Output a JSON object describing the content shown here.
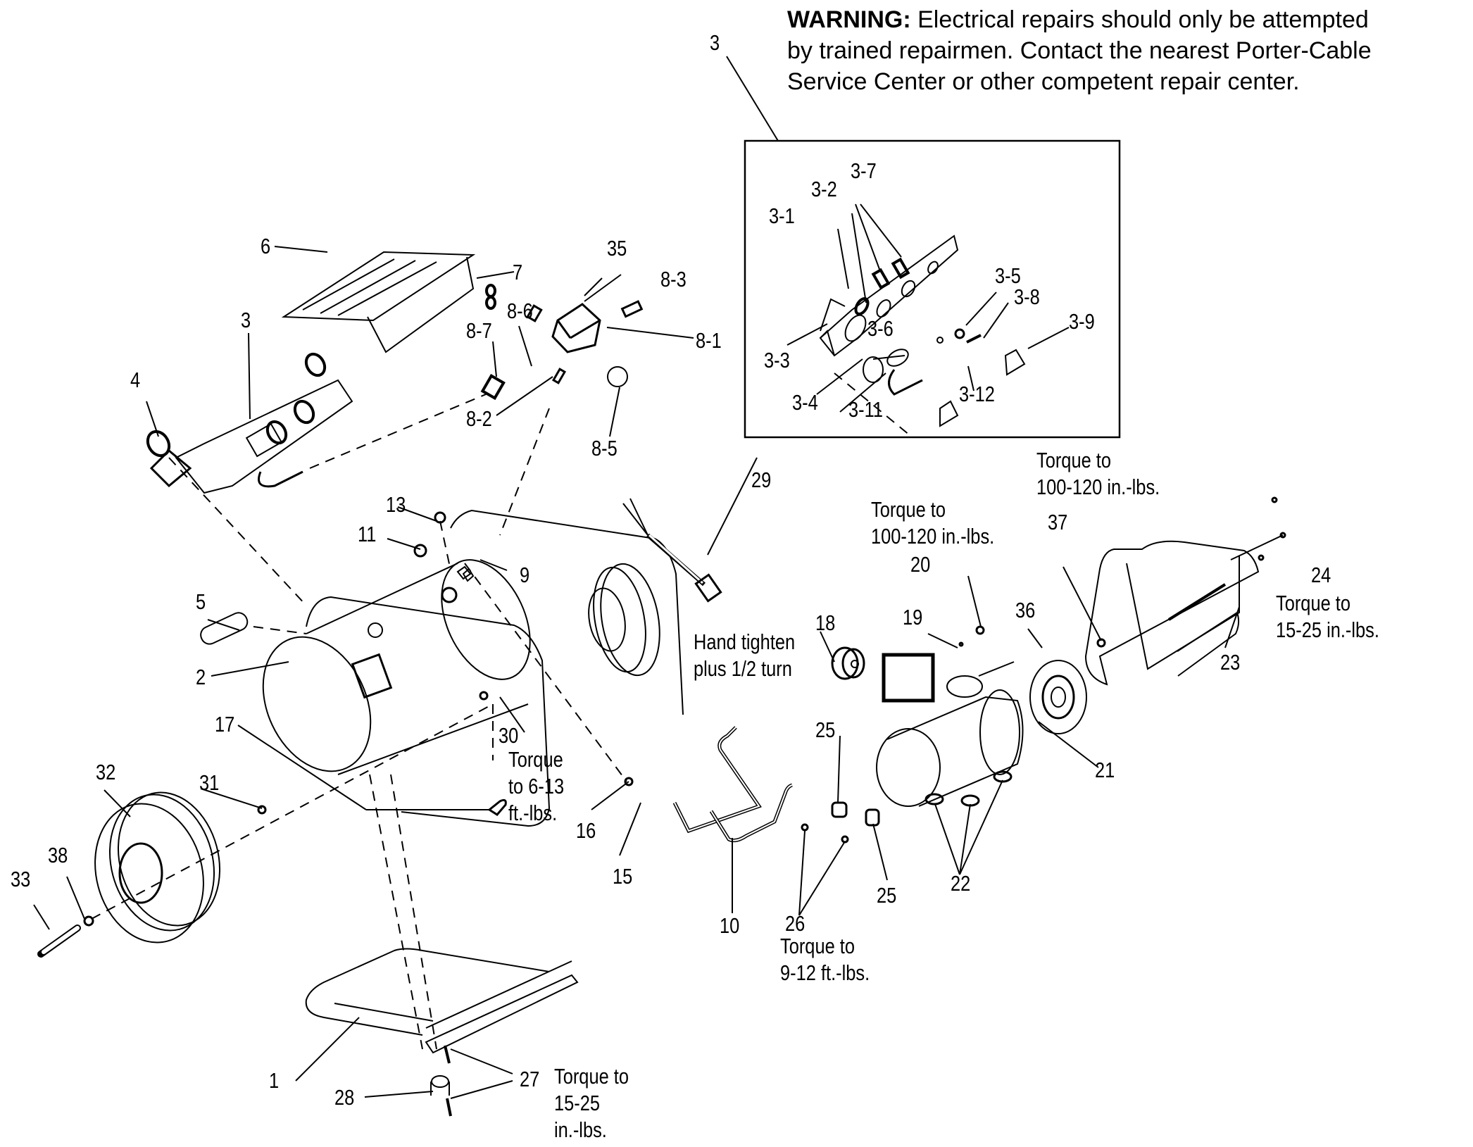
{
  "warning": {
    "heading": "WARNING:",
    "lines": [
      " Electrical repairs should only be attempted",
      "by trained repairmen.  Contact the nearest Porter-Cable",
      "Service Center or other competent repair center."
    ]
  },
  "callouts": {
    "p1": "1",
    "p2": "2",
    "p3": "3",
    "p3_box": "3",
    "p4": "4",
    "p5": "5",
    "p6": "6",
    "p7": "7",
    "p8_1": "8-1",
    "p8_2": "8-2",
    "p8_3": "8-3",
    "p8_5": "8-5",
    "p8_6": "8-6",
    "p8_7": "8-7",
    "p9": "9",
    "p10": "10",
    "p11": "11",
    "p13": "13",
    "p15": "15",
    "p16": "16",
    "p17": "17",
    "p18": "18",
    "p19": "19",
    "p20": "20",
    "p21": "21",
    "p22": "22",
    "p23": "23",
    "p24": "24",
    "p25a": "25",
    "p25b": "25",
    "p26": "26",
    "p27": "27",
    "p28": "28",
    "p29": "29",
    "p30": "30",
    "p31": "31",
    "p32": "32",
    "p33": "33",
    "p35": "35",
    "p36": "36",
    "p37": "37",
    "p38": "38",
    "p3_1": "3-1",
    "p3_2": "3-2",
    "p3_3": "3-3",
    "p3_4": "3-4",
    "p3_5": "3-5",
    "p3_6": "3-6",
    "p3_7": "3-7",
    "p3_8": "3-8",
    "p3_9": "3-9",
    "p3_11": "3-11",
    "p3_12": "3-12"
  },
  "notes": {
    "torque_30": "Torque\nto 6-13\nft.-lbs.",
    "hand_tighten_18": "Hand tighten\nplus 1/2 turn",
    "torque_20": "Torque to\n100-120 in.-lbs.",
    "torque_37": "Torque to\n100-120 in.-lbs.",
    "torque_24": "Torque to\n15-25 in.-lbs.",
    "torque_26": "Torque to\n9-12 ft.-lbs.",
    "torque_27": "Torque to\n15-25\nin.-lbs."
  }
}
